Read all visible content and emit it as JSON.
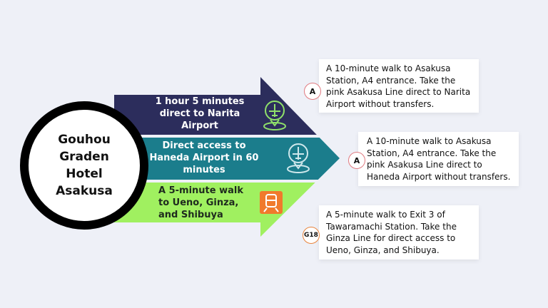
{
  "hotel": {
    "name": "Gouhou Graden Hotel Asakusa"
  },
  "routes": [
    {
      "label": "1 hour 5 minutes direct to Narita Airport",
      "icon": "airport-pin-icon",
      "color": "#2c2d5c",
      "badge": "A",
      "detail": "A 10-minute walk to Asakusa Station, A4 entrance. Take the pink Asakusa Line direct to Narita Airport without transfers."
    },
    {
      "label": "Direct access to Haneda Airport in 60 minutes",
      "icon": "airport-pin-icon",
      "color": "#1b7d8c",
      "badge": "A",
      "detail": "A 10-minute walk to Asakusa Station, A4 entrance. Take the pink Asakusa Line direct to Haneda Airport without transfers."
    },
    {
      "label": "A 5-minute walk to Ueno, Ginza, and Shibuya",
      "icon": "train-icon",
      "color": "#a0f060",
      "badge": "G18",
      "detail": "A 5-minute walk to Exit 3 of Tawaramachi Station. Take the Ginza Line for direct access to Ueno, Ginza, and Shibuya."
    }
  ]
}
